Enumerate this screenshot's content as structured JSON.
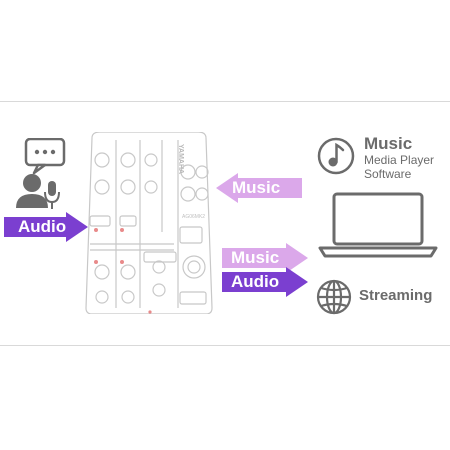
{
  "colors": {
    "purple": "#7b3fd0",
    "light_purple": "#dba8ea",
    "gray": "#6b6b6b",
    "mixer_line": "#c8c8c8",
    "accent_red": "#e88a8a"
  },
  "mixer": {
    "brand": "YAMAHA",
    "model": "AG06MK2"
  },
  "arrows": {
    "audio_in": {
      "label": "Audio"
    },
    "music_to_mixer": {
      "label": "Music"
    },
    "music_to_pc": {
      "label": "Music"
    },
    "audio_to_pc": {
      "label": "Audio"
    }
  },
  "music_software": {
    "title": "Music",
    "line1": "Media Player",
    "line2": "Software"
  },
  "streaming": {
    "label": "Streaming"
  },
  "icons": {
    "speaker": "person-speech-icon",
    "microphone": "microphone-icon",
    "music": "music-note-icon",
    "laptop": "laptop-icon",
    "globe": "globe-icon"
  }
}
